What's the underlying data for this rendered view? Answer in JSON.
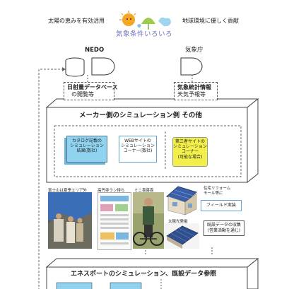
{
  "header": {
    "left_slogan": "太陽の恵みを有効活用",
    "right_slogan": "地球環境に優しく貢献",
    "logo_text": "気象条件いろいろ"
  },
  "sources": {
    "nedo_label": "NEDO",
    "jma_label": "気象庁",
    "nedo_box": [
      "日射量データベース",
      "の閲覧等"
    ],
    "jma_box": [
      "気象統計情報",
      "天気予報等"
    ]
  },
  "maker_section": {
    "title": "メーカー側のシミュレーション例 その他",
    "note1": [
      "カタログ記載の",
      "シミュレーション",
      "結果(数社)"
    ],
    "note2": [
      "WEBサイトの",
      "シミュレーション",
      "コーナー(数社)"
    ],
    "note3": [
      "第三者サイトの",
      "シミュレーション",
      "コーナー",
      "(可能な場合)"
    ]
  },
  "photos": {
    "cap1": "富士山は夏季エリア外",
    "cap2": "高円寺ラン待ち",
    "cap3": "ミニ喜喜喜",
    "house_caption": "太陽光発電",
    "house_note": [
      "住宅リフォーム",
      "モール等に"
    ],
    "field_label": "フィールド実装",
    "existing_data": [
      "既設データの収集",
      "(営業活動を通じ)"
    ]
  },
  "bottom_section": {
    "title": "エネスポートのシミュレーション、既設データ参照"
  },
  "colors": {
    "note_blue": "#8fd3f0",
    "note_yellow": "#f3ef4a",
    "sun_orange": "#f5a623",
    "panel_blue": "#3a5fa8"
  }
}
